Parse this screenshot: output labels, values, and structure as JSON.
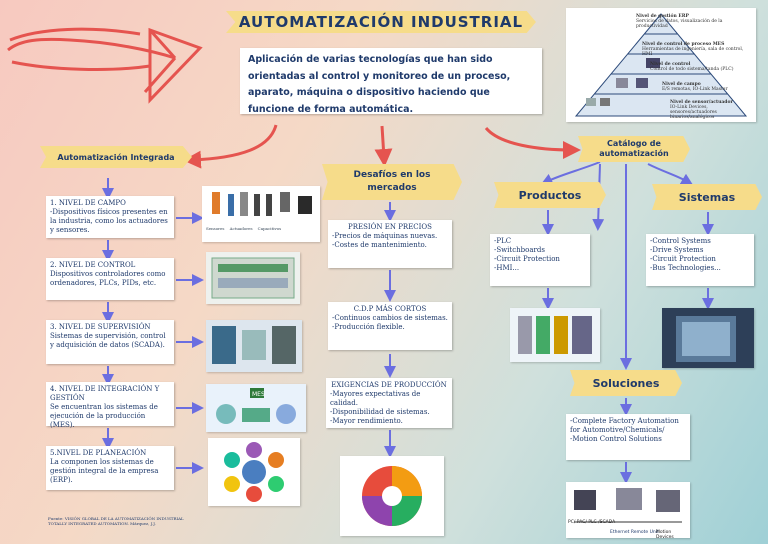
{
  "title": "AUTOMATIZACIÓN INDUSTRIAL",
  "definition": "Aplicación de varias tecnologías que han sido  orientadas al control y monitoreo de un proceso, aparato, máquina o dispositivo haciendo que funcione  de forma automática.",
  "pyramid": {
    "levels": [
      {
        "title": "Nivel de gestión ERP",
        "sub": "Servicios de datos, visualización de la productividad"
      },
      {
        "title": "Nivel de control de proceso MES",
        "sub": "Herramientas de ingeniería, sala de control, HMI"
      },
      {
        "title": "Nivel de control",
        "sub": "Control de todo sistema/tanda (PLC)"
      },
      {
        "title": "Nivel de campo",
        "sub": "E/S remotas, IO-Link Master"
      },
      {
        "title": "Nivel de sensor/actuador",
        "sub": "IO-Link Devices, sensores/actuadores binarios/analógicos"
      }
    ]
  },
  "left": {
    "header": "Automatización Integrada",
    "levels": [
      {
        "title": "1. NIVEL DE CAMPO",
        "text": "-Dispositivos físicos presentes en la industria, como los actuadores y sensores."
      },
      {
        "title": "2. NIVEL DE CONTROL",
        "text": "Dispositivos controladores como ordenadores, PLCs, PIDs, etc."
      },
      {
        "title": "3. NIVEL DE SUPERVISIÓN",
        "text": "Sistemas de supervisión, control y  adquisición de datos (SCADA)."
      },
      {
        "title": "4. NIVEL DE INTEGRACIÓN Y GESTIÓN",
        "text": "Se encuentran los sistemas de ejecución de la producción (MES)."
      },
      {
        "title": "5.NIVEL DE PLANEACIÓN",
        "text": "La componen los sistemas de gestión integral de la empresa (ERP)."
      }
    ],
    "image1_labels": [
      "Sensores",
      "Actuadores",
      "Capacitivos"
    ],
    "source": "Fuente: VISIÓN GLOBAL DE LA AUTOMATIZACIÓN INDUSTRIAL TOTALLY INTEGRATED AUTOMATION. Márquez, J.J."
  },
  "middle": {
    "header": "Desafíos en los mercados",
    "box1": {
      "title": "PRESIÓN EN PRECIOS",
      "lines": [
        "-Precios de máquinas nuevas.",
        "-Costes de mantenimiento."
      ]
    },
    "box2": {
      "title": "C.D.P MÁS CORTOS",
      "lines": [
        "-Continuos cambios de sistemas.",
        "-Producción flexible."
      ]
    },
    "box3": {
      "title": "EXIGENCIAS DE PRODUCCIÓN",
      "lines": [
        "-Mayores expectativas de calidad.",
        "-Disponibilidad de sistemas.",
        "-Mayor rendimiento."
      ]
    },
    "image_label": "MES"
  },
  "right": {
    "header": "Catálogo de automatización",
    "productos": {
      "label": "Productos",
      "lines": [
        "-PLC",
        "-Switchboards",
        "-Circuit Protection",
        "-HMI..."
      ]
    },
    "sistemas": {
      "label": "Sistemas",
      "lines": [
        "-Control Systems",
        "-Drive Systems",
        "-Circuit Protection",
        "-Bus Technologies..."
      ]
    },
    "soluciones": {
      "label": "Soluciones",
      "lines": [
        "-Complete Factory Automation for Automotive/Chemicals/",
        "-Motion Control Solutions"
      ]
    },
    "image_labels": [
      "PC/ PAC/ PLC /SCADA",
      "Ethernet Remote Unit",
      "Motion Devices"
    ]
  },
  "colors": {
    "banner": "#f6dc8a",
    "text": "#1f3a6b",
    "red_arrow": "#e5544f",
    "blue_arrow": "#6b6ee0"
  }
}
